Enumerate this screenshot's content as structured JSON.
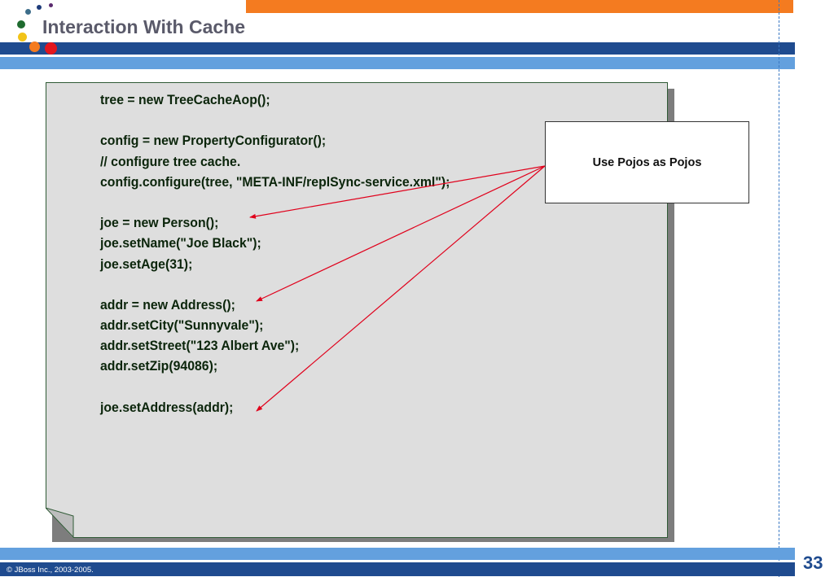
{
  "slide": {
    "title": "Interaction With Cache",
    "page_number": "33",
    "footer": "© JBoss Inc., 2003-2005."
  },
  "code": {
    "lines": [
      "tree = new TreeCacheAop();",
      "",
      "config = new PropertyConfigurator();",
      "// configure tree cache.",
      "config.configure(tree, \"META-INF/replSync-service.xml\");",
      "",
      "joe = new Person();",
      "joe.setName(\"Joe Black\");",
      "joe.setAge(31);",
      "",
      "addr = new Address();",
      "addr.setCity(\"Sunnyvale\");",
      "addr.setStreet(\"123 Albert Ave\");",
      "addr.setZip(94086);",
      "",
      "joe.setAddress(addr);"
    ]
  },
  "callout": {
    "text": "Use Pojos as Pojos"
  },
  "colors": {
    "orange": "#f47b20",
    "dark_blue": "#1f4b8f",
    "light_blue": "#63a0de",
    "note_background": "#dedede",
    "arrow": "#e0001b"
  }
}
